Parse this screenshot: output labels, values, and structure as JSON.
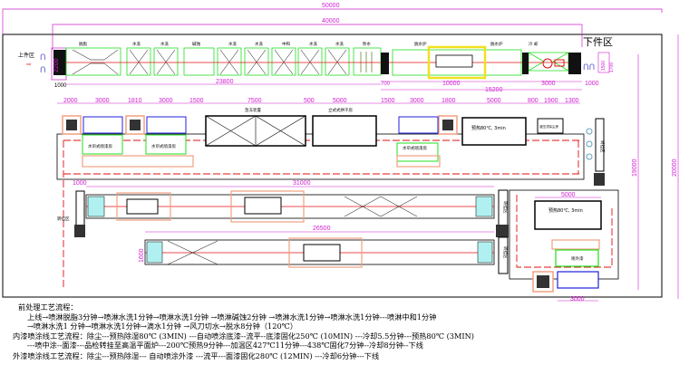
{
  "dimensions": {
    "total_length": "50000",
    "pretreat_length": "40000",
    "pretreat_tanks": "23800",
    "dryer_total": "15200",
    "gap_700": "700",
    "oven_10000": "10000",
    "cooling_3000": "3000",
    "unload_1000": "1000",
    "load_1000": "1000",
    "load_width": "2200",
    "unload_1500": "1500",
    "unload_1700": "1700",
    "row2": [
      "2000",
      "3000",
      "1810",
      "3000",
      "1500",
      "7500",
      "500",
      "5000",
      "1500",
      "3000",
      "1800",
      "5000",
      "800",
      "1900",
      "1300"
    ],
    "row3_length": "31000",
    "row3_left": "1000",
    "row4_length": "26500",
    "row4_width": "1600",
    "right_oven": "5000",
    "right_booth": "3000",
    "height_19000": "19000",
    "height_20000": "20000"
  },
  "areas": {
    "loading": "上件区",
    "unloading": "下件区",
    "transfer": "转挂区"
  },
  "pretreat_stations": [
    "脱脂",
    "水洗",
    "水洗",
    "碱蚀",
    "水洗",
    "水洗",
    "中和",
    "水洗",
    "水洗",
    "吹水",
    "脱水炉",
    "脱水炉",
    "冷  却"
  ],
  "equipment": {
    "booth1": "水帘式喷漆房",
    "booth2": "水帘式喷漆房",
    "booth3": "水帘式喷漆房",
    "cure1": "急冻装置",
    "dryer": "立式式烘干房",
    "preheat1": "预热80℃, 3min",
    "preheat2": "预热80℃, 3min",
    "dust": "液压式除尘房",
    "transfer_a": "转挂区",
    "transfer_b": "转挂区",
    "transfer_c": "转挂区",
    "outer_booth": "喷外漆"
  },
  "process_notes": {
    "pretreat_title": "前处理工艺流程：",
    "pretreat_line1": "上线→喷淋脱脂3分钟→喷淋水洗1分钟→喷淋水洗1分钟 →喷淋碱蚀2分钟 →喷淋水洗1分钟→喷淋水洗1分钟---喷淋中和1分钟",
    "pretreat_line2": "→喷淋水洗1 分钟→喷淋水洗1分钟→滴水1分钟 →风刀切水→脱水8分钟（120℃）",
    "inner_line1": "内漆喷涂线工艺流程：除尘---预热除湿80℃ (3MIN) ---自动喷涂底漆--流平--底漆固化250℃ (10MIN) ---冷却5.5分钟---预热80℃ (3MIN)",
    "inner_line2": "---喷中涂--面漆---品检转挂至高温平面炉---200℃预热9分钟---加温区427℃11分钟---438℃固化7分钟--冷却8分钟--下线",
    "outer_line": "外漆喷涂线工艺流程：除尘---预热除湿--- 自动喷涂外漆 ---流平---面漆固化280℃ (12MIN) ---冷却6分钟---下线"
  },
  "colors": {
    "dimension": "#d020d0",
    "conveyor": "#e01010",
    "station": "#20e020",
    "oven_highlight": "#f0e020",
    "booth": "#2020e0",
    "enclosure": "#f0a080"
  }
}
